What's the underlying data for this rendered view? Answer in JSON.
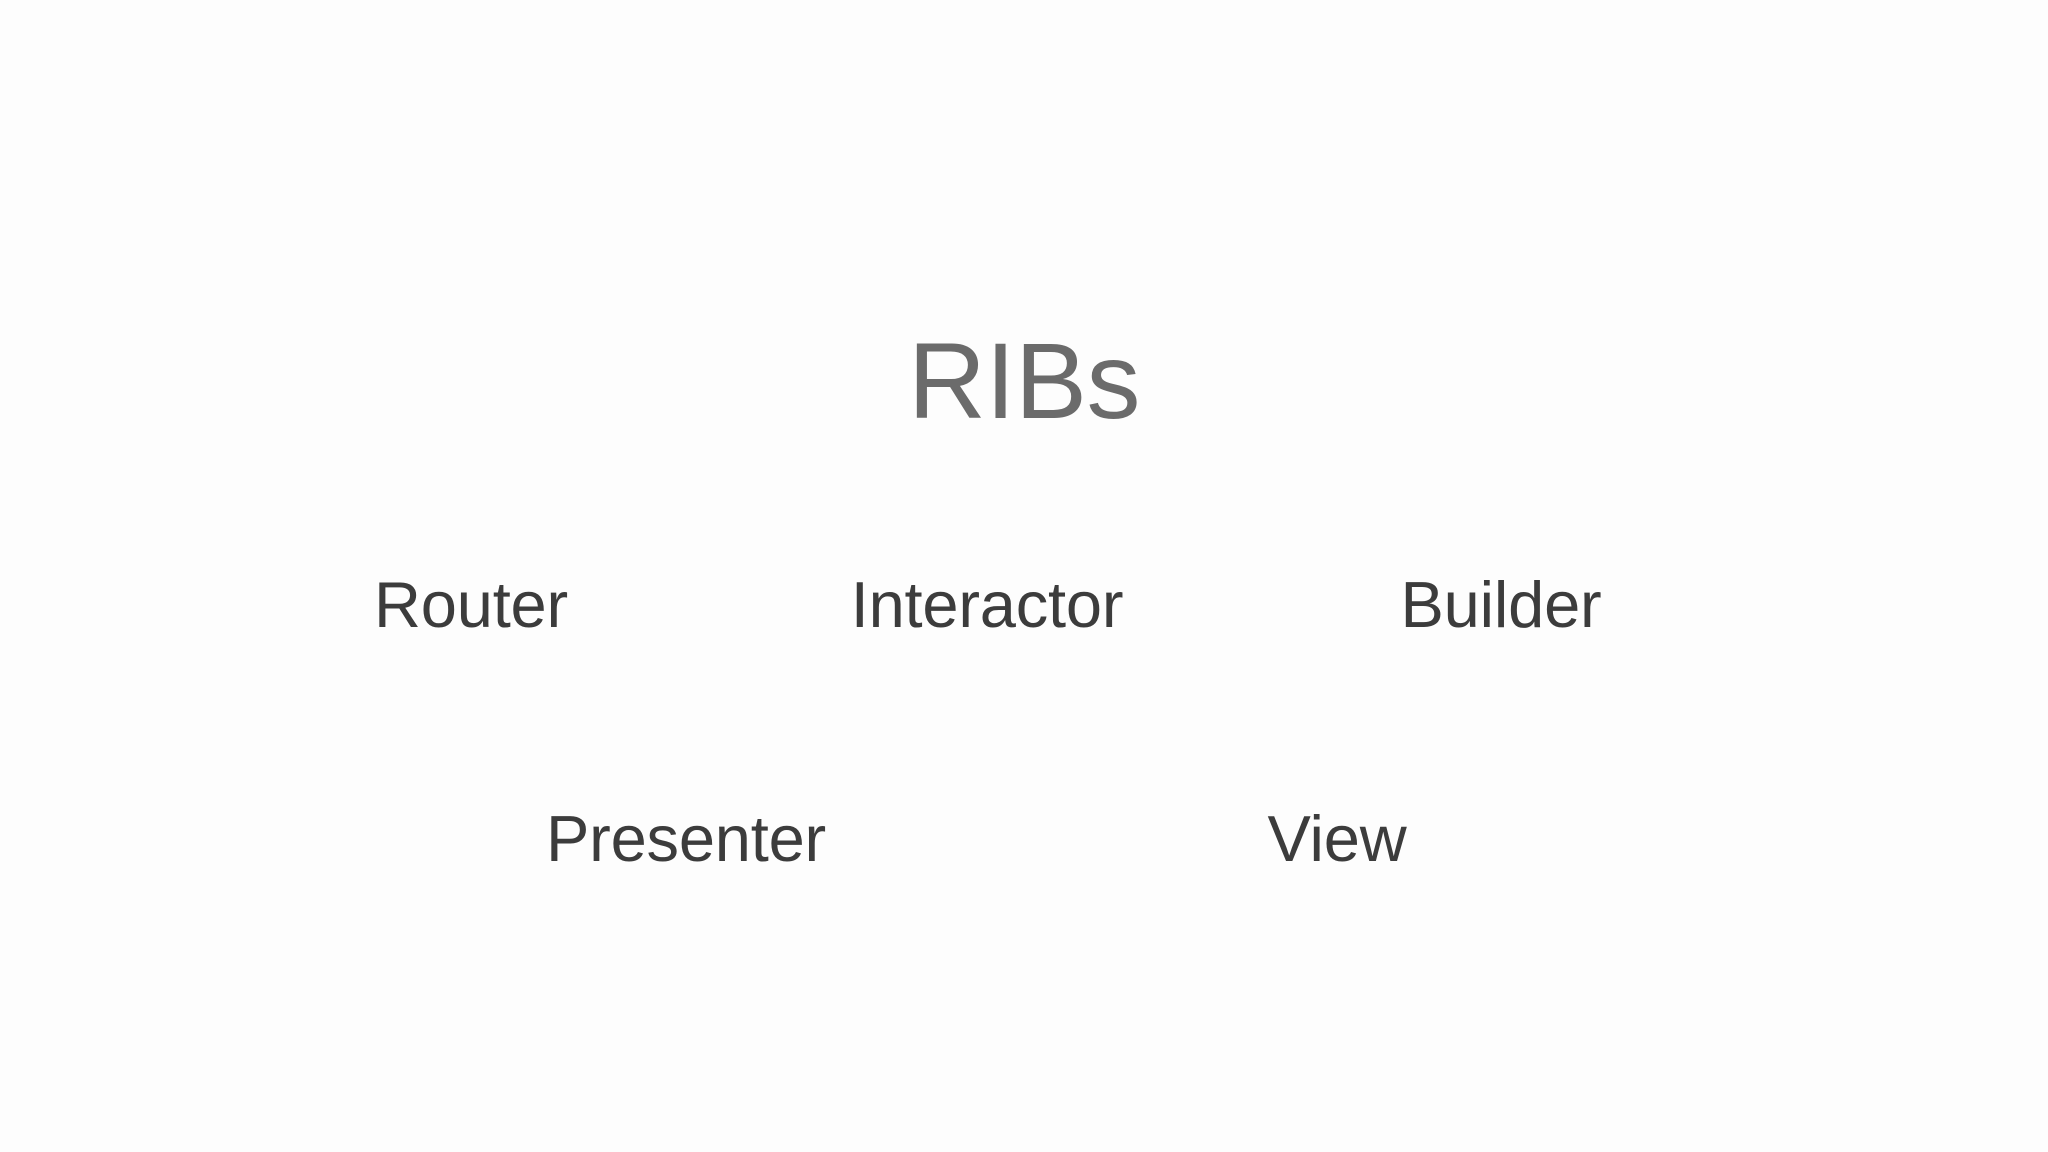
{
  "slide": {
    "background_color": "#fdfdfd",
    "title": {
      "text": "RIBs",
      "color": "#6b6b6b"
    },
    "components": {
      "color": "#3c3c3c",
      "core_row": [
        {
          "label": "Router"
        },
        {
          "label": "Interactor"
        },
        {
          "label": "Builder"
        }
      ],
      "ui_row": [
        {
          "label": "Presenter"
        },
        {
          "label": "View"
        }
      ]
    }
  }
}
